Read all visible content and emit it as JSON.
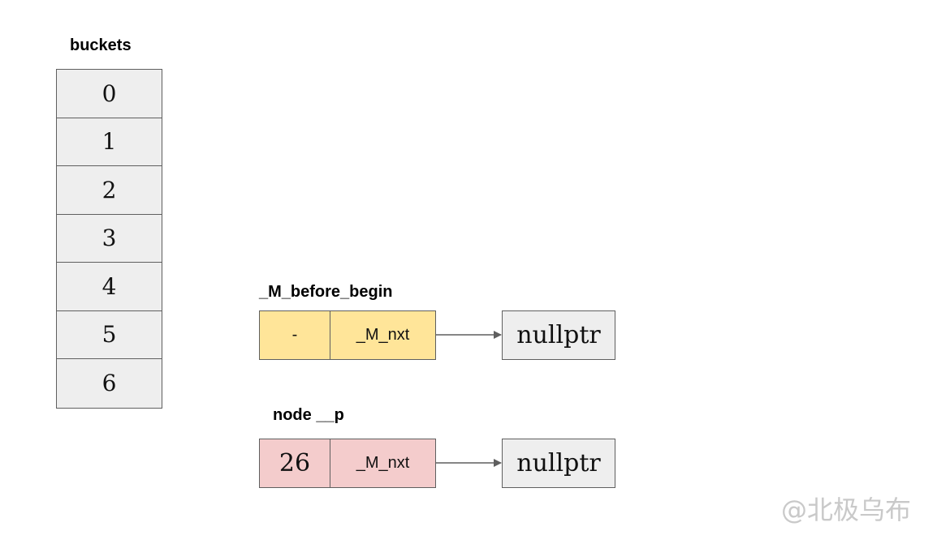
{
  "buckets": {
    "title": "buckets",
    "items": [
      "0",
      "1",
      "2",
      "3",
      "4",
      "5",
      "6"
    ]
  },
  "before_begin": {
    "title": "_M_before_begin",
    "value": "-",
    "next": "_M_nxt",
    "target": "nullptr",
    "fill": "#ffe599"
  },
  "node_p": {
    "title": "node __p",
    "value": "26",
    "next": "_M_nxt",
    "target": "nullptr",
    "fill": "#f4cccc"
  },
  "watermark": "@北极乌布",
  "colors": {
    "bucket_fill": "#eeeeee",
    "border": "#5f5f5f",
    "arrow": "#5f5f5f"
  }
}
